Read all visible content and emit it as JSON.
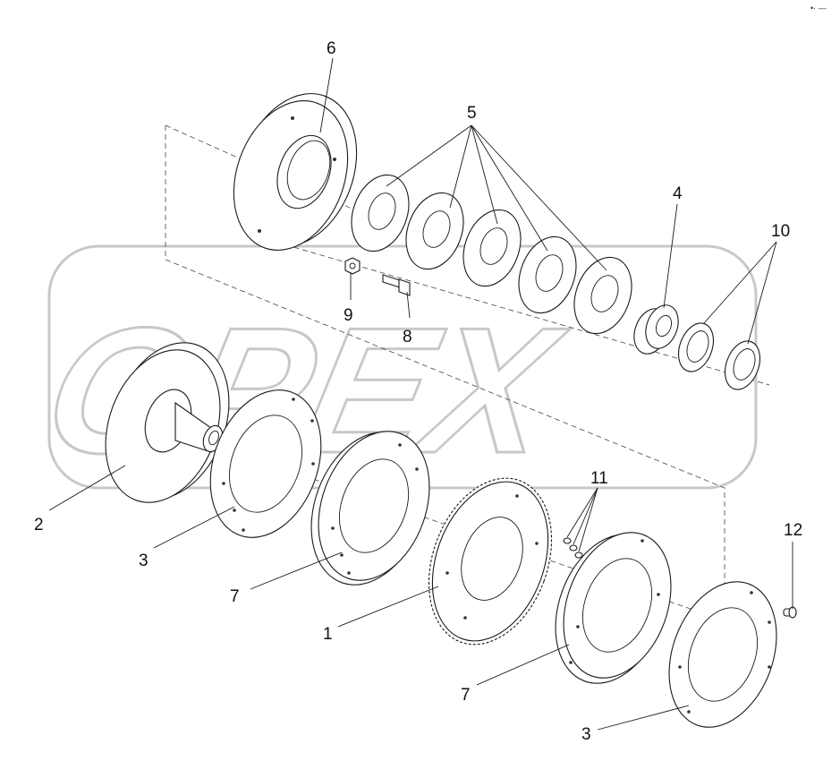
{
  "watermark": {
    "text": "OPEX"
  },
  "corner_mark": "•· —",
  "callouts": {
    "c1": "1",
    "c2": "2",
    "c3a": "3",
    "c3b": "3",
    "c4": "4",
    "c5": "5",
    "c6": "6",
    "c7a": "7",
    "c7b": "7",
    "c8": "8",
    "c9": "9",
    "c10": "10",
    "c11": "11",
    "c12": "12"
  }
}
